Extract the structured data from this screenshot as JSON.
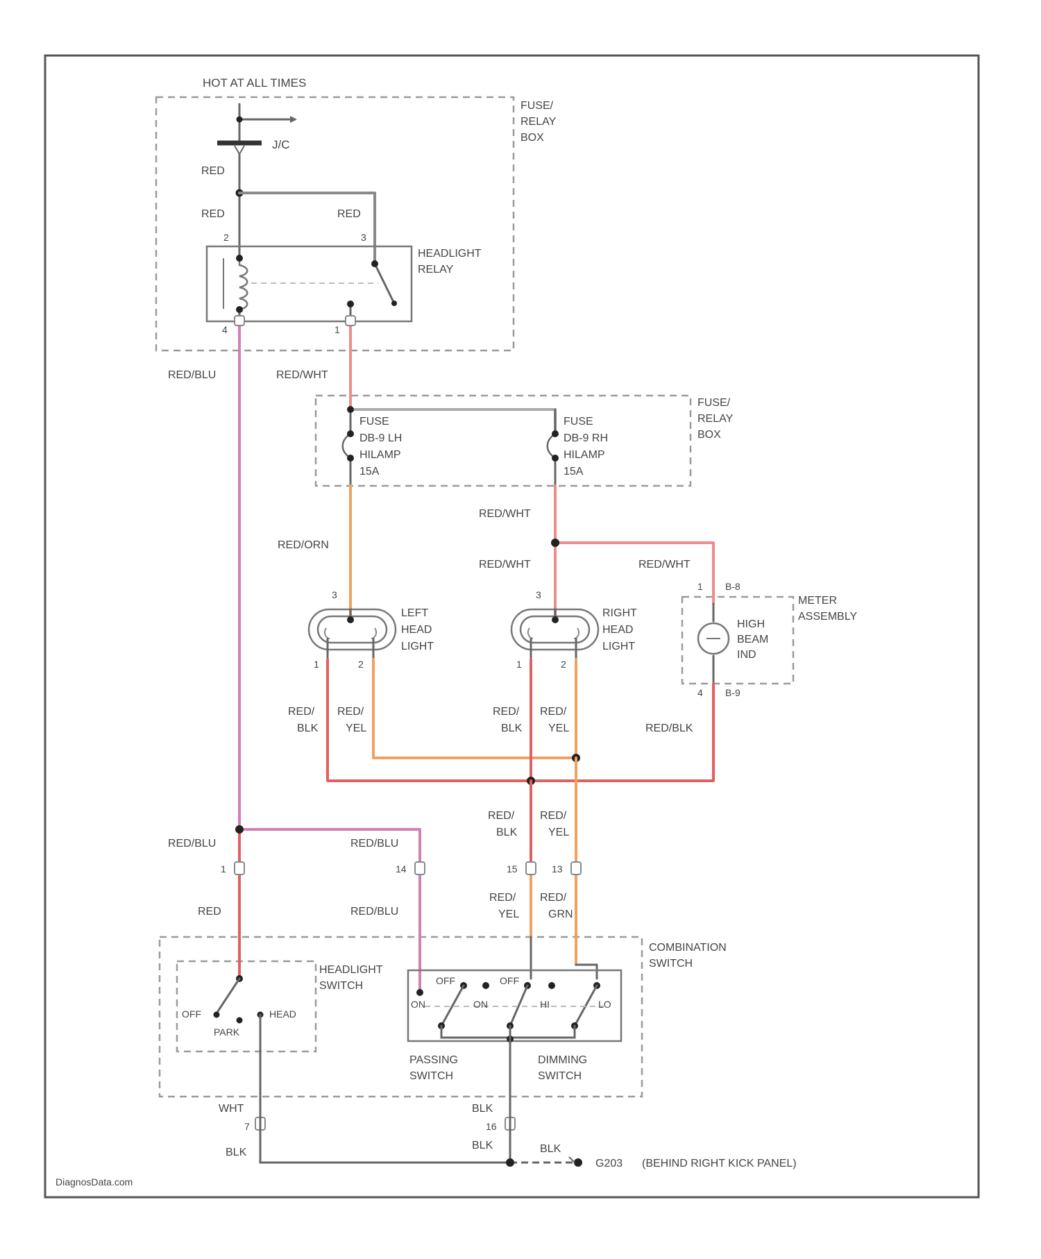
{
  "colors": {
    "gray": "#8a8a8a",
    "red": "#e06060",
    "pink": "#d27fb6",
    "orange": "#f2a060",
    "red_white": "#ee8c8c",
    "dark": "#666666"
  },
  "labels": {
    "hot_at_all_times": "HOT AT ALL TIMES",
    "fuse_jc": "J/C",
    "fuse_relay_box_top": [
      "FUSE/",
      "RELAY",
      "BOX"
    ],
    "fuse_relay_box_mid": [
      "FUSE/",
      "RELAY",
      "BOX"
    ],
    "headlight_relay": [
      "HEADLIGHT",
      "RELAY"
    ],
    "fuse_lh": [
      "FUSE",
      "DB-9 LH",
      "HILAMP",
      "15A"
    ],
    "fuse_rh": [
      "FUSE",
      "DB-9 RH",
      "HILAMP",
      "15A"
    ],
    "left_head_light": [
      "LEFT",
      "HEAD",
      "LIGHT"
    ],
    "right_head_light": [
      "RIGHT",
      "HEAD",
      "LIGHT"
    ],
    "meter_assembly": [
      "METER",
      "ASSEMBLY"
    ],
    "high_beam_ind": [
      "HIGH",
      "BEAM",
      "IND"
    ],
    "combination_switch": [
      "COMBINATION",
      "SWITCH"
    ],
    "headlight_switch": [
      "HEADLIGHT",
      "SWITCH"
    ],
    "passing_switch": [
      "PASSING",
      "SWITCH"
    ],
    "dimming_switch": [
      "DIMMING",
      "SWITCH"
    ],
    "ground": "G203",
    "ground_location": "(BEHIND RIGHT KICK PANEL)",
    "watermark": "DiagnosData.com"
  },
  "switch_positions": {
    "headlight": [
      "OFF",
      "PARK",
      "HEAD"
    ],
    "passing": [
      "OFF",
      "ON"
    ],
    "dimming": [
      "ON",
      "OFF",
      "HI",
      "LO"
    ]
  },
  "pins": {
    "relay_2": "2",
    "relay_3": "3",
    "relay_4": "4",
    "relay_1": "1",
    "left_3": "3",
    "left_1": "1",
    "left_2": "2",
    "right_3": "3",
    "right_1": "1",
    "right_2": "2",
    "meter_top": "1",
    "meter_top_conn": "B-8",
    "meter_bottom": "4",
    "meter_bottom_conn": "B-9",
    "cs_1": "1",
    "cs_14": "14",
    "cs_15": "15",
    "cs_13": "13",
    "cs_7": "7",
    "cs_16": "16"
  },
  "wires": {
    "red_top": "RED",
    "red_left": "RED",
    "red_right": "RED",
    "red_blu_left": "RED/BLU",
    "red_wht_top": "RED/WHT",
    "red_wht_fuse_rh": "RED/WHT",
    "red_wht_right_head": "RED/WHT",
    "red_wht_meter": "RED/WHT",
    "red_orn": "RED/ORN",
    "left_red_blk": [
      "RED/",
      "BLK"
    ],
    "left_red_yel": [
      "RED/",
      "YEL"
    ],
    "right_red_blk": [
      "RED/",
      "BLK"
    ],
    "right_red_yel": [
      "RED/",
      "YEL"
    ],
    "meter_red_blk": "RED/BLK",
    "red_blu_junction": "RED/BLU",
    "red_blu_cs14": "RED/BLU",
    "mid_red_blk": [
      "RED/",
      "BLK"
    ],
    "mid_red_yel": [
      "RED/",
      "YEL"
    ],
    "red_cs1": "RED",
    "red_blu_cs14_low": "RED/BLU",
    "low_red_yel": [
      "RED/",
      "YEL"
    ],
    "low_red_grn": [
      "RED/",
      "GRN"
    ],
    "wht": "WHT",
    "blk_left": "BLK",
    "blk_mid_top": "BLK",
    "blk_mid_bottom": "BLK",
    "blk_ground": "BLK"
  }
}
